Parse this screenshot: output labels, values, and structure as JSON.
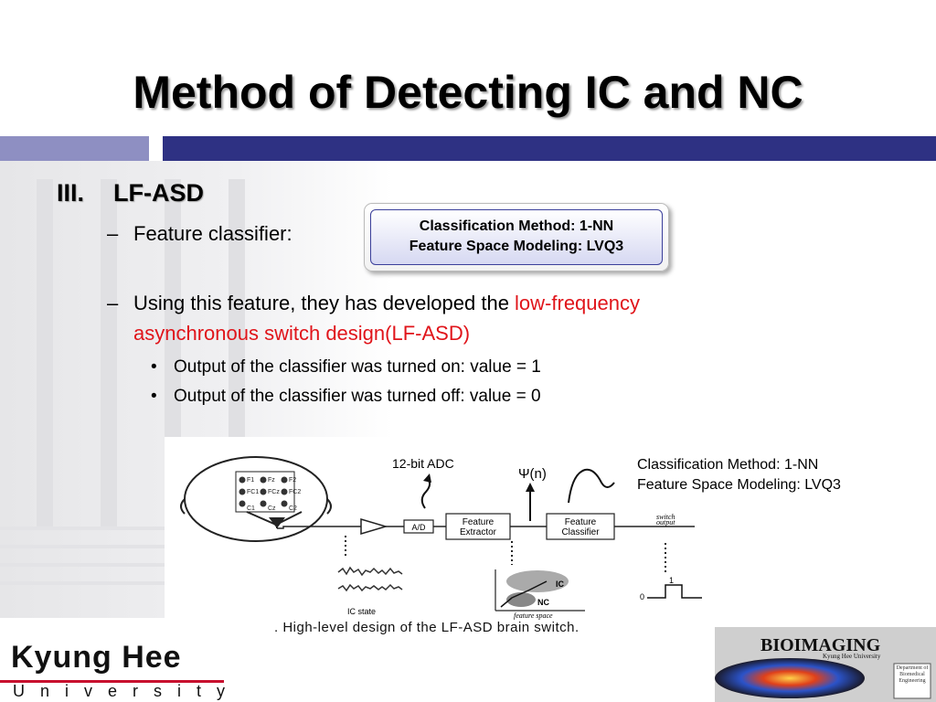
{
  "slide": {
    "title": "Method of Detecting IC and NC",
    "section": {
      "numeral": "III.",
      "heading": "LF-ASD"
    },
    "bullets": [
      {
        "dash": "–",
        "text": "Feature classifier:"
      },
      {
        "dash": "–",
        "text_a": "Using this feature, they has developed the ",
        "text_red_a": "low-frequency",
        "text_red_b": "asynchronous switch design(LF-ASD)"
      }
    ],
    "sub_bullets": [
      {
        "dot": "•",
        "text": "Output of the classifier was turned on: value = 1"
      },
      {
        "dot": "•",
        "text": "Output of the classifier was turned off: value = 0"
      }
    ],
    "callout": {
      "line1": "Classification Method: 1-NN",
      "line2": "Feature Space Modeling: LVQ3"
    }
  },
  "figure": {
    "adc_label": "12-bit  ADC",
    "psi_label": "Ψ(n)",
    "class_line1": "Classification Method: 1-NN",
    "class_line2": "Feature Space Modeling: LVQ3",
    "block_ad": "A/D",
    "block_feature_extractor_1": "Feature",
    "block_feature_extractor_2": "Extractor",
    "block_feature_classifier_1": "Feature",
    "block_feature_classifier_2": "Classifier",
    "switch_output_1": "switch",
    "switch_output_2": "output",
    "ic_label": "IC",
    "nc_label": "NC",
    "feature_space": "feature space",
    "ic_state": "IC state",
    "electrodes": [
      "F1",
      "Fz",
      "F2",
      "FC1",
      "FCz",
      "FC2",
      "C1",
      "Cz",
      "C2"
    ],
    "level_one": "1",
    "level_zero": "0",
    "caption": ". High-level design of the LF-ASD brain switch."
  },
  "footer": {
    "university_name": "Kyung Hee",
    "university_sub": "University",
    "bio_logo": "BIOIMAGING",
    "bio_sub": "Kyung Hee University",
    "dept": "Department of Biomedical Engineering"
  },
  "colors": {
    "accent_dark": "#2e3183",
    "accent_light": "#8e8fc2",
    "highlight_red": "#e0141a"
  }
}
